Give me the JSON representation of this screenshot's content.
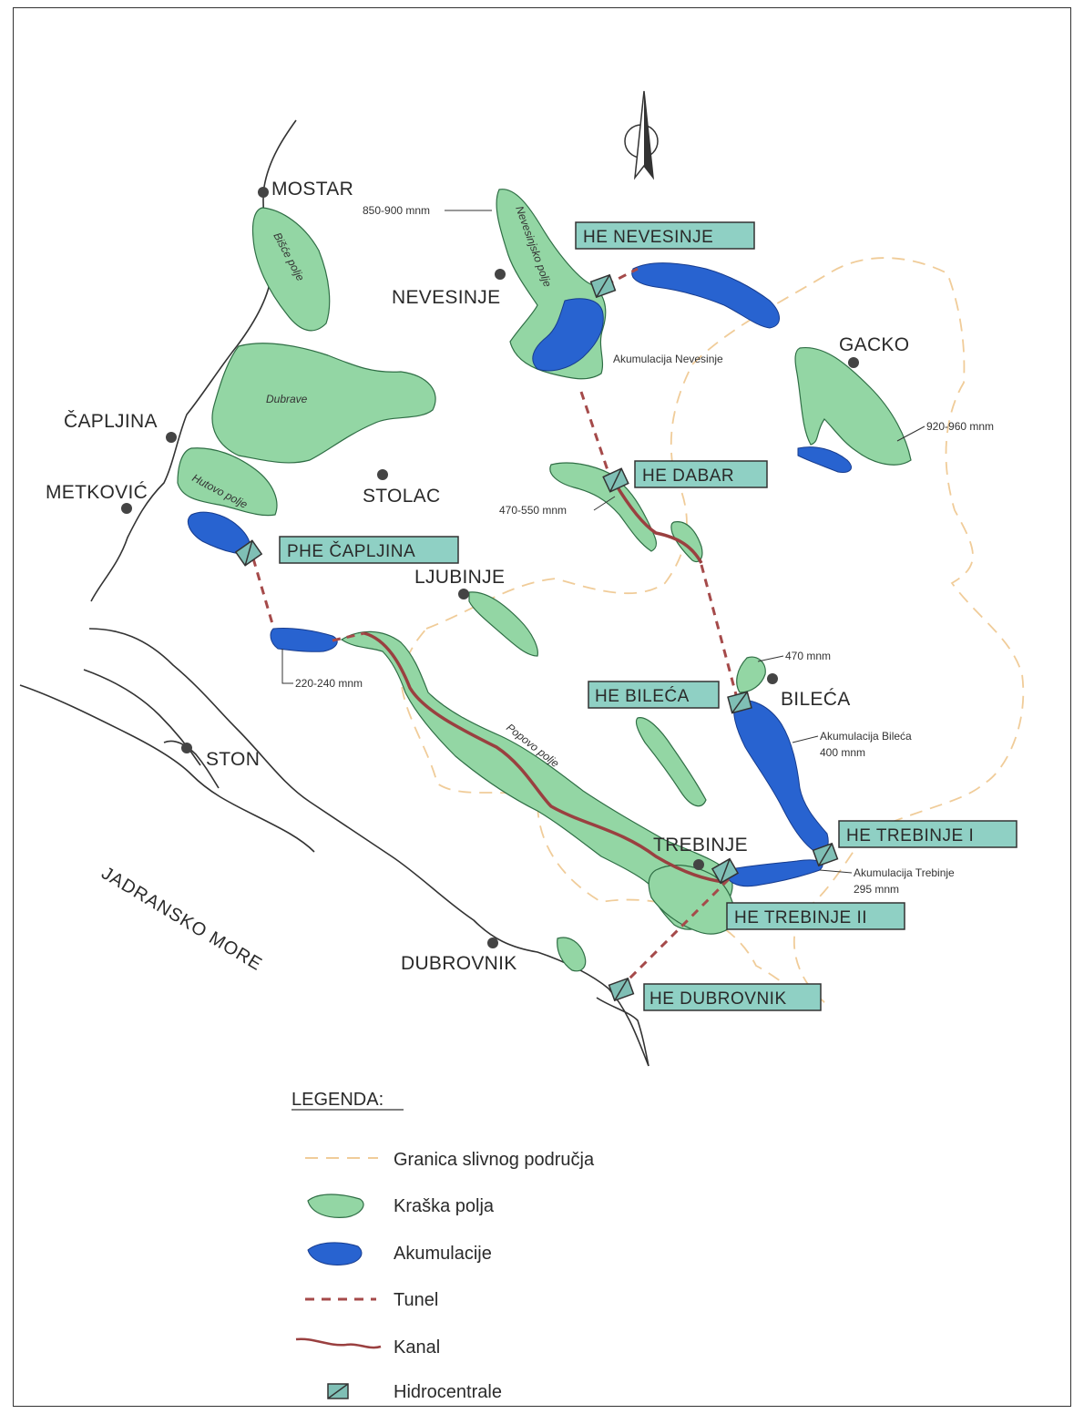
{
  "colors": {
    "karst": "#93d6a4",
    "reservoir": "#2863d0",
    "tunnel": "#a54a4a",
    "canal": "#9a4040",
    "basin": "#f0cc99",
    "label_box": "#8fd0c4",
    "plant_icon": "#7fbfb5"
  },
  "cities": {
    "mostar": "MOSTAR",
    "nevesinje": "NEVESINJE",
    "gacko": "GACKO",
    "capljina": "ČAPLJINA",
    "metkovic": "METKOVIĆ",
    "stolac": "STOLAC",
    "ljubinje": "LJUBINJE",
    "bileca": "BILEĆA",
    "ston": "STON",
    "trebinje": "TREBINJE",
    "dubrovnik": "DUBROVNIK"
  },
  "plants": {
    "nevesinje": "HE NEVESINJE",
    "dabar": "HE DABAR",
    "capljina": "PHE ČAPLJINA",
    "bileca": "HE BILEĆA",
    "trebinje1": "HE TREBINJE I",
    "trebinje2": "HE TREBINJE II",
    "dubrovnik": "HE DUBROVNIK"
  },
  "fields": {
    "bisce": "Bišće polje",
    "dubrave": "Dubrave",
    "hutovo": "Hutovo polje",
    "nevesinjsko": "Nevesinjsko polje",
    "popovo": "Popovo polje"
  },
  "elevations": {
    "nevesinje": "850-900 mnm",
    "gacko": "920-960 mnm",
    "dabar": "470-550 mnm",
    "hutovo": "220-240 mnm",
    "bileca_field": "470 mnm"
  },
  "reservoirs": {
    "nevesinje": "Akumulacija Nevesinje",
    "bileca_name": "Akumulacija Bileća",
    "bileca_elev": "400 mnm",
    "trebinje_name": "Akumulacija Trebinje",
    "trebinje_elev": "295 mnm"
  },
  "sea": "JADRANSKO MORE",
  "legend": {
    "title": "LEGENDA:",
    "items": [
      "Granica slivnog područja",
      "Kraška polja",
      "Akumulacije",
      "Tunel",
      "Kanal",
      "Hidrocentrale"
    ]
  }
}
